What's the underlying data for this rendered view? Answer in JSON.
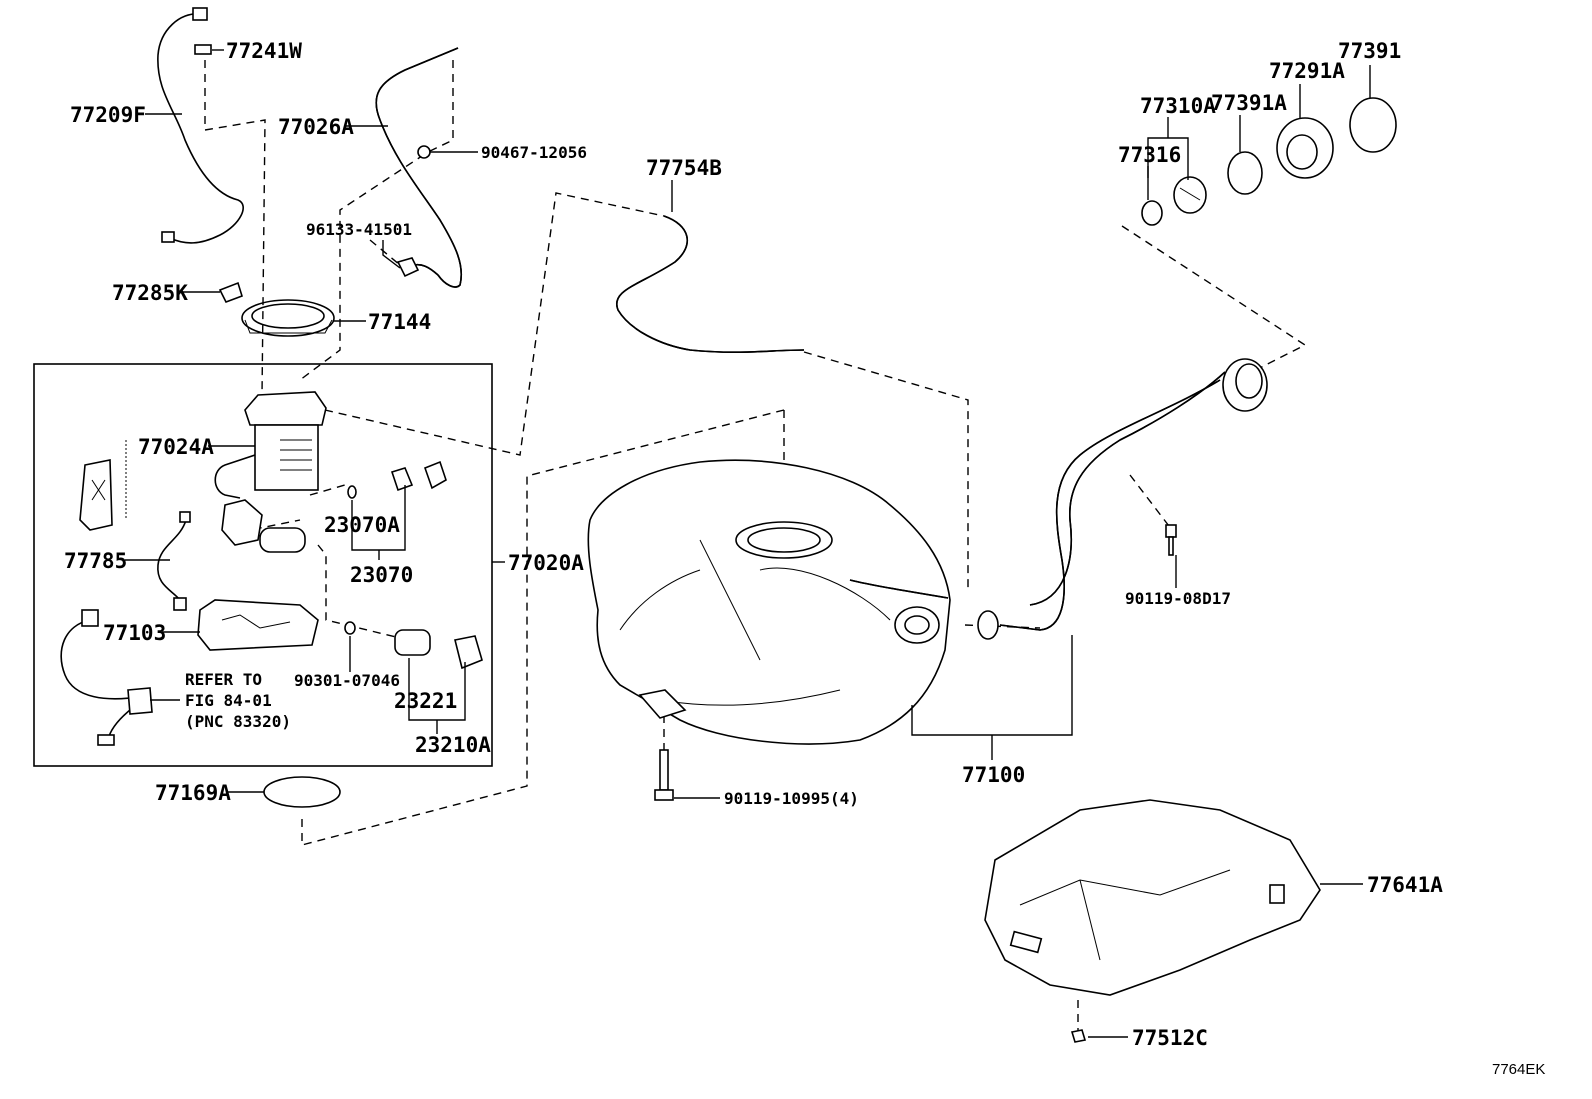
{
  "parts": {
    "p77241W": "77241W",
    "p77209F": "77209F",
    "p77026A": "77026A",
    "p90467": "90467-12056",
    "p96133": "96133-41501",
    "p77285K": "77285K",
    "p77144": "77144",
    "p77754B": "77754B",
    "p77024A": "77024A",
    "p23070A": "23070A",
    "p23070": "23070",
    "p77785": "77785",
    "p77103": "77103",
    "p77020A": "77020A",
    "p90301": "90301-07046",
    "p23221": "23221",
    "p23210A": "23210A",
    "p77169A": "77169A",
    "p90119_10995": "90119-10995(4)",
    "p77100": "77100",
    "p77310A": "77310A",
    "p77391A": "77391A",
    "p77291A": "77291A",
    "p77391": "77391",
    "p77316": "77316",
    "p90119_08D17": "90119-08D17",
    "p77641A": "77641A",
    "p77512C": "77512C"
  },
  "refer": {
    "line1": "REFER TO",
    "line2": "FIG 84-01",
    "line3": "(PNC 83320)"
  },
  "figure_id": "7764EK"
}
